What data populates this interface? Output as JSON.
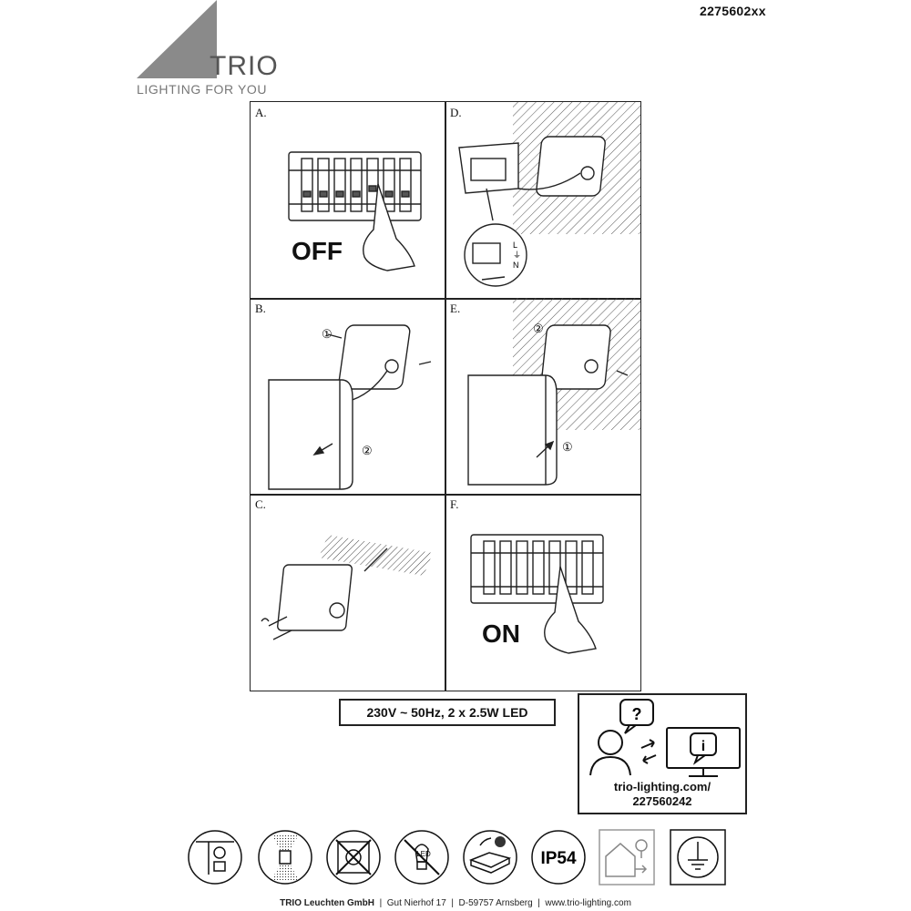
{
  "document": {
    "code": "2275602xx"
  },
  "brand": {
    "name": "TRIO",
    "tagline": "LIGHTING FOR YOU",
    "logo_color": "#888888"
  },
  "panels": [
    {
      "label": "A.",
      "word": "OFF"
    },
    {
      "label": "B.",
      "word": ""
    },
    {
      "label": "C.",
      "word": ""
    },
    {
      "label": "D.",
      "word": ""
    },
    {
      "label": "E.",
      "word": ""
    },
    {
      "label": "F.",
      "word": "ON"
    }
  ],
  "wiring_letters": {
    "live": "L",
    "earth": "⏚",
    "neutral": "N"
  },
  "steps": {
    "one": "①",
    "two": "②"
  },
  "spec": "230V ~ 50Hz, 2 x 2.5W LED",
  "info_box": {
    "line1": "trio-lighting.com/",
    "line2": "227560242",
    "question_mark": "?",
    "info_mark": "i",
    "icons": [
      "person-icon",
      "question-bubble-icon",
      "exchange-arrows-icon",
      "monitor-info-icon"
    ]
  },
  "symbols": [
    {
      "icon": "wall-mount-icon"
    },
    {
      "icon": "up-down-light-icon"
    },
    {
      "icon": "no-cover-insulation-icon"
    },
    {
      "icon": "led-not-replaceable-icon",
      "text": "LED"
    },
    {
      "icon": "driver-not-replaceable-icon"
    },
    {
      "icon": "ip-rating-icon",
      "text": "IP54"
    },
    {
      "icon": "indoor-outdoor-icon"
    },
    {
      "icon": "protection-class-earth-icon"
    }
  ],
  "footer": {
    "company": "TRIO Leuchten GmbH",
    "address": "Gut Nierhof 17",
    "city": "D-59757 Arnsberg",
    "web": "www.trio-lighting.com",
    "separator": "|"
  }
}
